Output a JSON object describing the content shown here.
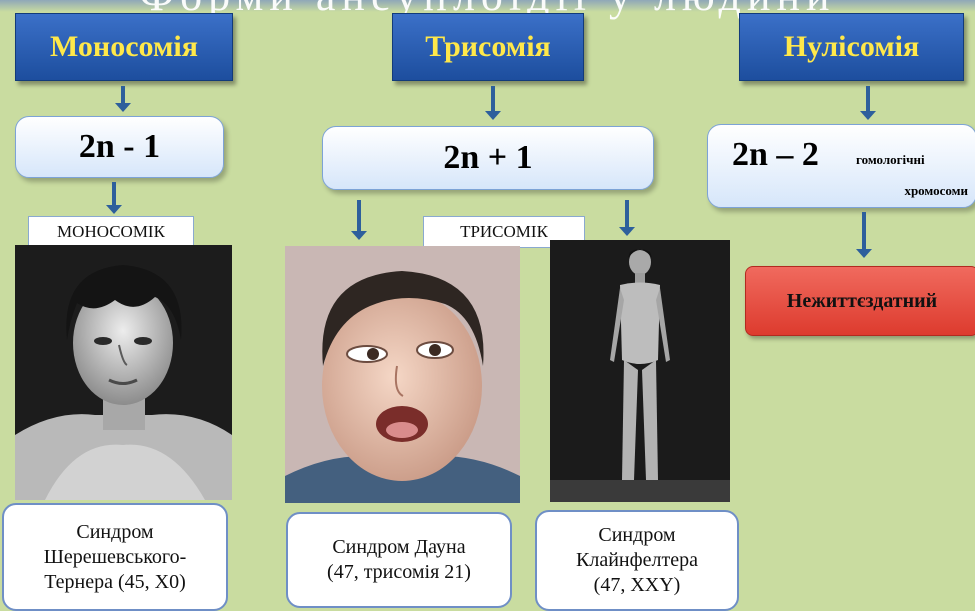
{
  "header": {
    "title_fragment": "Форми анеуплоїдії у людини"
  },
  "columns": [
    {
      "header": "Моносомія",
      "formula": "2n - 1",
      "label": "МОНОСОМІК",
      "caption_lines": [
        "Синдром",
        "Шерешевського-",
        "Тернера (45, X0)"
      ]
    },
    {
      "header": "Трисомія",
      "formula": "2n + 1",
      "label": "ТРИСОМІК",
      "captions": [
        {
          "lines": [
            "Синдром Дауна",
            "(47, трисомія 21)"
          ]
        },
        {
          "lines": [
            "Синдром",
            "Клайнфелтера",
            "(47,  XXY)"
          ]
        }
      ]
    },
    {
      "header": "Нулісомія",
      "formula_main": "2n – 2",
      "formula_note_1": "гомологічні",
      "formula_note_2": "хромосоми",
      "result": "Нежиттєздатний"
    }
  ],
  "colors": {
    "background": "#c9dca0",
    "header_fill": "#2a5db0",
    "header_text": "#ffe84a",
    "result_fill": "#e24a3c"
  }
}
